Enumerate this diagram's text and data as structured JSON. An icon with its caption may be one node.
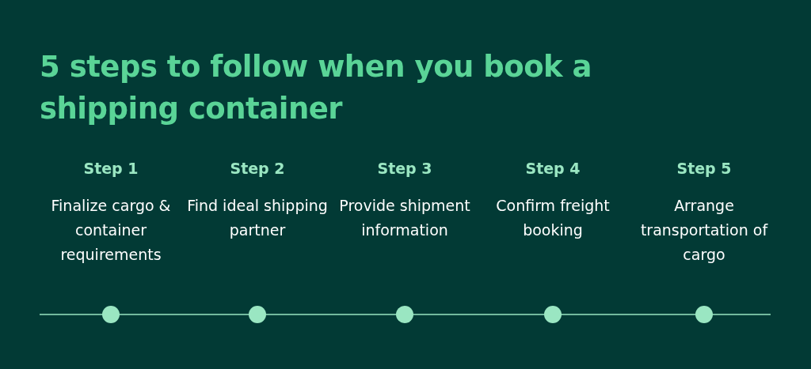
{
  "diagram": {
    "title": "5 steps to follow when you book a shipping container",
    "labels": [
      "Step 1",
      "Finalize cargo & container requirements",
      "Step 2",
      "Find ideal shipping partner",
      "Step 3",
      "Provide shipment information",
      "Step 4",
      "Confirm freight booking",
      "Step 5",
      "Arrange transportation of cargo"
    ]
  }
}
